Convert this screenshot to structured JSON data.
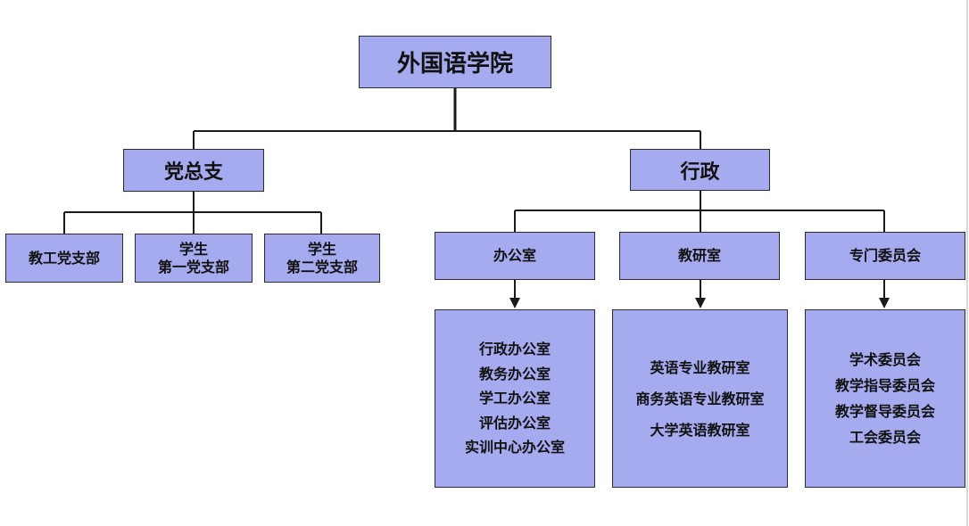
{
  "root": {
    "label": "外国语学院"
  },
  "party": {
    "label": "党总支",
    "branches": [
      {
        "line1": "教工党支部",
        "line2": ""
      },
      {
        "line1": "学生",
        "line2": "第一党支部"
      },
      {
        "line1": "学生",
        "line2": "第二党支部"
      }
    ]
  },
  "admin": {
    "label": "行政",
    "units": [
      {
        "label": "办公室",
        "items": [
          "行政办公室",
          "教务办公室",
          "学工办公室",
          "评估办公室",
          "实训中心办公室"
        ]
      },
      {
        "label": "教研室",
        "items": [
          "英语专业教研室",
          "商务英语专业教研室",
          "大学英语教研室"
        ]
      },
      {
        "label": "专门委员会",
        "items": [
          "学术委员会",
          "教学指导委员会",
          "教学督导委员会",
          "工会委员会"
        ]
      }
    ]
  },
  "colors": {
    "box_fill": "#a6aaee",
    "line": "#1a1a1a"
  }
}
